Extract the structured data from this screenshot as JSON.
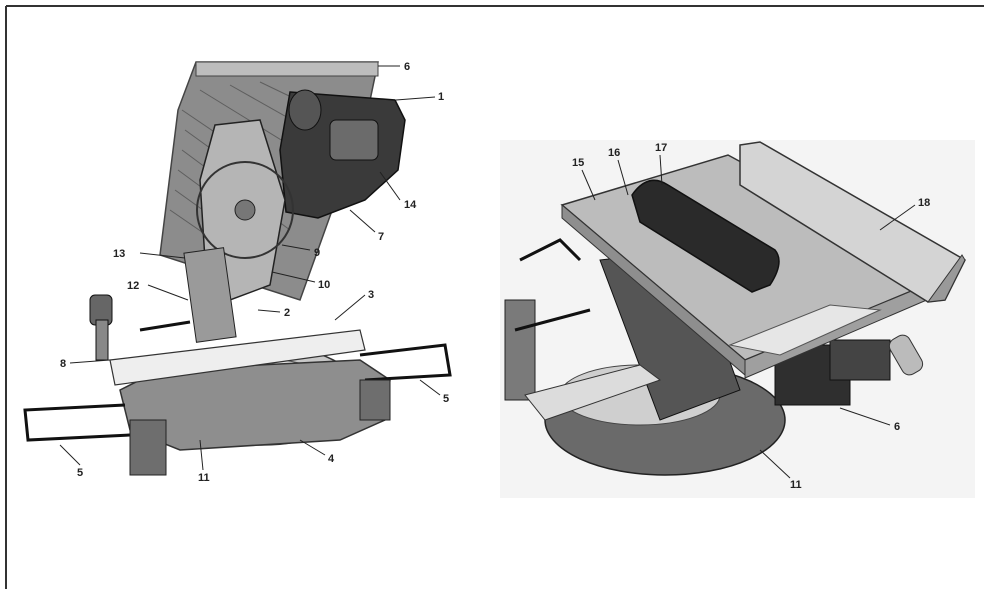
{
  "figure": {
    "left_view": {
      "callouts": [
        "6",
        "1",
        "14",
        "7",
        "9",
        "10",
        "13",
        "12",
        "2",
        "3",
        "8",
        "5",
        "4",
        "11",
        "5"
      ]
    },
    "right_view": {
      "callouts": [
        "15",
        "16",
        "17",
        "18",
        "6",
        "11"
      ]
    }
  }
}
